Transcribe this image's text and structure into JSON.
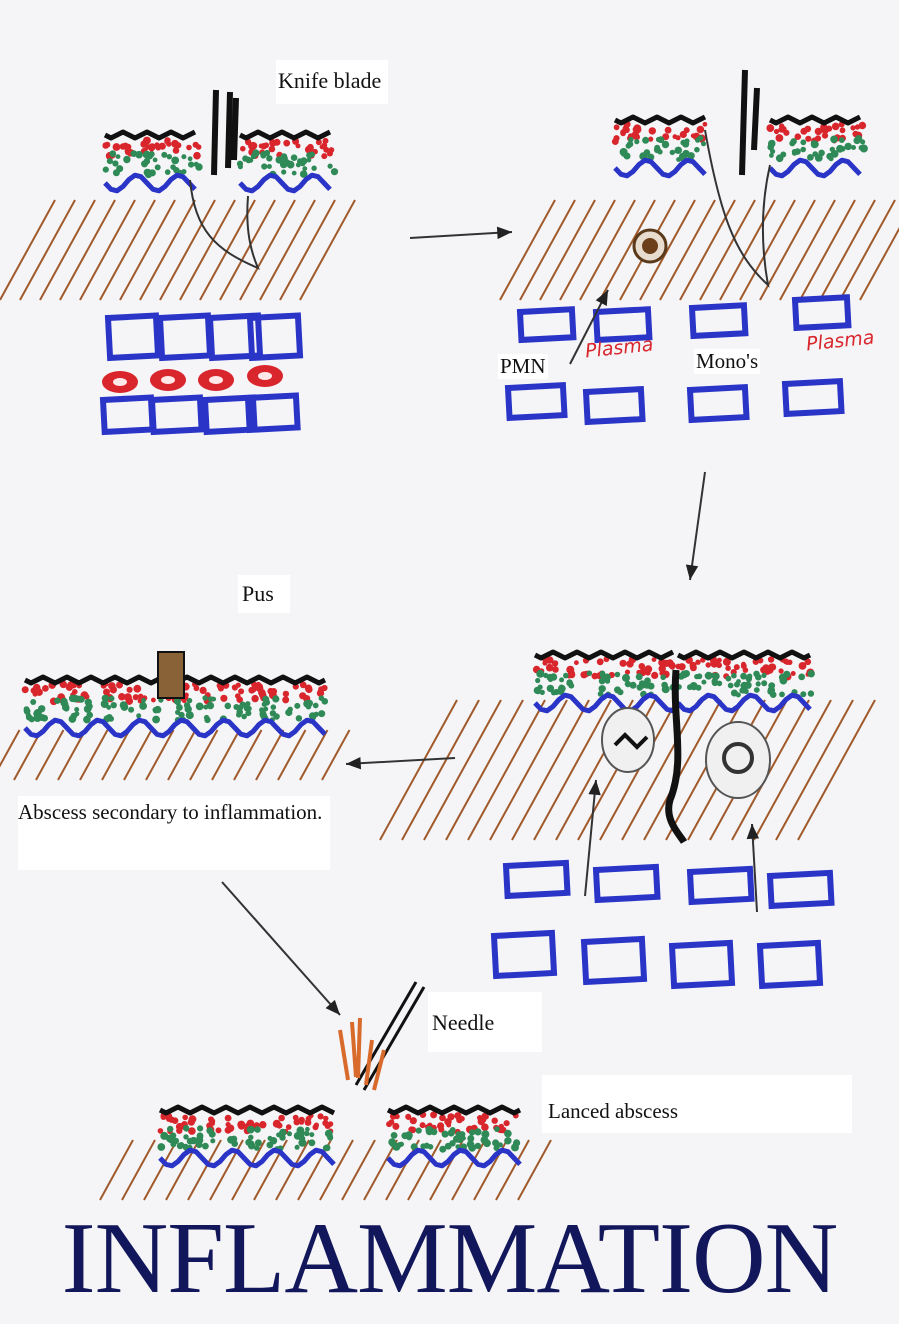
{
  "labels": {
    "knife_blade": "Knife blade",
    "pmn": "PMN",
    "monos": "Mono's",
    "plasma_left": "Plasma",
    "plasma_right": "Plasma",
    "pus": "Pus",
    "caption": "Abscess secondary to inflammation.",
    "needle": "Needle",
    "lanced": "Lanced abscess"
  },
  "title": "INFLAMMATION",
  "colors": {
    "paper": "#f5f5f7",
    "epidermis": "#111111",
    "red_dots": "#d8262c",
    "green_dots": "#2f8a57",
    "basement": "#2a35c8",
    "dermis": "#a05a2c",
    "vessel": "#2a35c8",
    "title": "#12165a"
  },
  "panels": [
    "incision",
    "cell-migration",
    "repair",
    "abscess",
    "lanced-abscess"
  ]
}
